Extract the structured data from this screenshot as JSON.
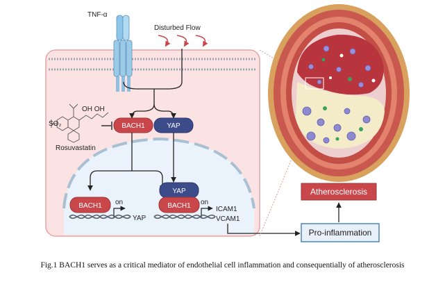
{
  "labels": {
    "tnf": "TNF-α",
    "flow": "Disturbed Flow",
    "drug": "Rosuvastatin",
    "bach1_cyto": "BACH1",
    "yap_cyto": "YAP",
    "bach1_nuc_left": "BACH1",
    "on_left": "on",
    "yap_gene": "YAP",
    "yap_nuc": "YAP",
    "bach1_nuc_right": "BACH1",
    "on_right": "on",
    "icam": "ICAM1",
    "vcam": "VCAM1",
    "athero": "Atherosclerosis",
    "proinflam": "Pro-inflammation"
  },
  "caption": "Fig.1 BACH1 serves as a critical mediator of endothelial cell inflammation and consequentially of atherosclerosis",
  "colors": {
    "cell_fill": "#fbe3e3",
    "cell_border": "#e7a3a3",
    "nucleus_fill": "#eaf3fb",
    "bach1": "#c9474b",
    "yap": "#3c4b8a",
    "athero_fill": "#c9474b",
    "proinflam_border": "#2f73b8"
  }
}
